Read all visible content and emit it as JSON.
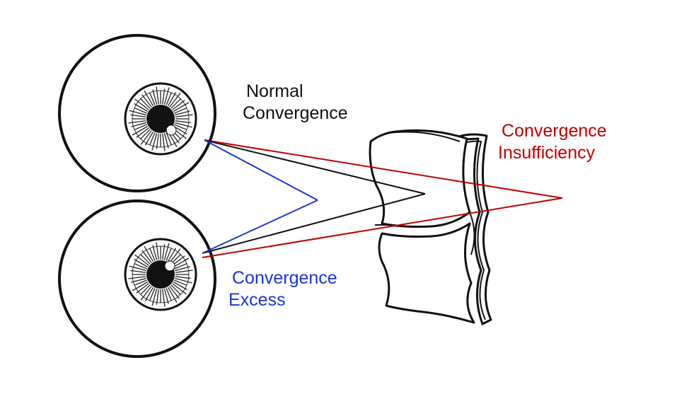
{
  "labels": {
    "normal_line1": "Normal",
    "normal_line2": "Convergence",
    "insufficiency_line1": "Convergence",
    "insufficiency_line2": "Insufficiency",
    "excess_line1": "Convergence",
    "excess_line2": "Excess"
  },
  "colors": {
    "normal": "#111111",
    "insufficiency": "#c00000",
    "excess": "#1a35d8",
    "outline": "#111111"
  },
  "icons": {
    "eyes": "eyeball",
    "book": "open-book"
  }
}
